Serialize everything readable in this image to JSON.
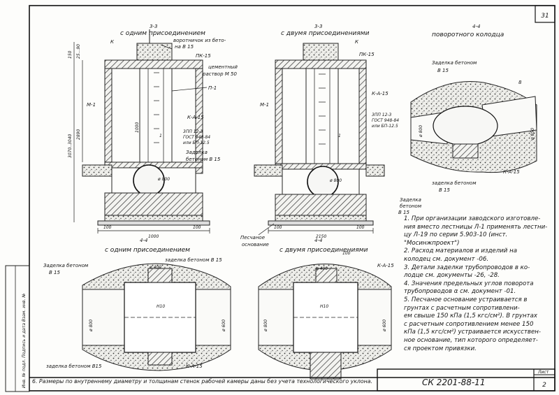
{
  "sheet": {
    "page_number": "31",
    "sheet_number": "2",
    "doc_code": "СК 2201-88-11",
    "sheet_label": "Лист",
    "margin_note": "Инв. № подл. Подпись и дата Взам. инв. №"
  },
  "drawings": {
    "left_view": {
      "title": "с одним присоединением",
      "section_marker": "3-3",
      "labels": {
        "cap": "воротничок из бето-",
        "cap2": "на В 15",
        "pk": "ПК-15",
        "mortar": "цементный",
        "mortar2": "раствор М 50",
        "p1": "П-1",
        "m1": "М-1",
        "k": "К",
        "ka": "К-А-15",
        "zpp": "3ПП 12-3",
        "gost": "ГОСТ 948-84",
        "gost2": "или БП-12.5",
        "seal": "Заделка",
        "seal2": "бетоном В 15",
        "n1": "1",
        "dia": "ø 800"
      },
      "dims": {
        "total_w": "1000",
        "side": "100",
        "h_total": "3070..3040",
        "h_inner": "2890",
        "top1": "150",
        "top2": "25...90",
        "mid": "1000"
      }
    },
    "middle_view": {
      "title": "с двумя присоединениями",
      "section_marker": "3-3",
      "labels": {
        "k": "К",
        "pk": "ПК-15",
        "ka": "К-А-15",
        "m1": "М-1",
        "zpp": "3ПП 12-3",
        "gost": "ГОСТ 948-84",
        "gost2": "или БП-12.5",
        "n1": "1",
        "seal": "Заделка",
        "seal2": "бетоном",
        "seal3": "В 15",
        "sand": "Песчаное",
        "sand2": "основание",
        "dia": "ø 800"
      },
      "dims": {
        "total_w": "2150",
        "side": "100"
      }
    },
    "right_view": {
      "section_marker": "4-4",
      "title": "поворотного колодца",
      "labels": {
        "seal": "Заделка бетоном",
        "seal_b": "В 15",
        "seal_bottom": "заделка бетоном",
        "seal_bottom_b": "В 15",
        "ka": "К-А-15",
        "dia1": "ø 800",
        "dia2": "ø 850",
        "d8": "8"
      }
    },
    "bottom_left": {
      "section_marker": "4-4",
      "title": "с одним присоединением",
      "labels": {
        "seal_top": "Заделка бетоном",
        "seal_top_b": "В 15",
        "seal_mid": "заделка бетоном В 15",
        "seal_bot": "заделка бетоном В15",
        "ka": "К-А-15",
        "d400": "ø 400",
        "h10": "Н10",
        "d800": "ø 800",
        "d600": "ø 600"
      }
    },
    "bottom_mid": {
      "section_marker": "4-4",
      "title": "с двумя присоединениями",
      "labels": {
        "ka": "К-А-15",
        "d400": "ø 400",
        "h10": "Н10",
        "d800": "ø 800",
        "d600": "ø 600",
        "dim100": "100"
      }
    }
  },
  "notes": [
    "1. При организации заводского изготовле-",
    "ния вместо лестницы Л-1 применять лестни-",
    "цу Л-19 по серии 5.903-10 (инст. \"Мосинжпроект\")",
    "2. Расход материалов и изделий на",
    "колодец см. документ -06.",
    "3. Детали заделки трубопроводов в ко-",
    "лодце см. документы -26, -28.",
    "4. Значения предельных углов поворота",
    "трубопроводов α см. документ -01.",
    "5. Песчаное основание устраивается в",
    "грунтах с расчетным сопротивлени-",
    "ем свыше 150 кПа (1,5 кгс/см²). В грунтах",
    "с расчетным сопротивлением менее 150",
    "кПа (1,5 кгс/см²) устраивается искусствен-",
    "ное основание, тип которого определяет-",
    "ся проектом привязки."
  ],
  "footnote": "6. Размеры по внутреннему диаметру и толщинам стенок рабочей камеры даны без учета технологического уклона."
}
